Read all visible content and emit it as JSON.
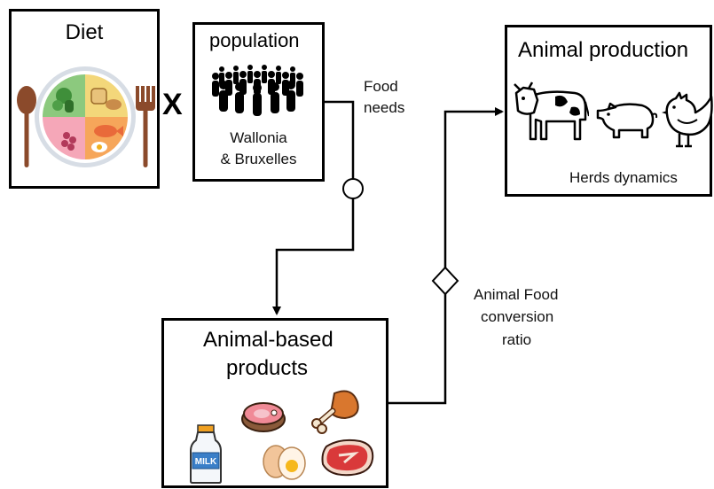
{
  "diet_box": {
    "title": "Diet"
  },
  "multiply_sign": "X",
  "population_box": {
    "title": "population",
    "region_line1": "Wallonia",
    "region_line2": "& Bruxelles"
  },
  "food_needs": {
    "line1": "Food",
    "line2": "needs"
  },
  "animal_production_box": {
    "title": "Animal production",
    "subtitle": "Herds dynamics"
  },
  "conversion_label": {
    "line1": "Animal Food",
    "line2": "conversion",
    "line3": "ratio"
  },
  "animal_products_box": {
    "title_line1": "Animal-based",
    "title_line2": "products",
    "milk_label": "MILK"
  },
  "icons": [
    "plate-icon",
    "spoon-icon",
    "fork-icon",
    "crowd-icon",
    "cow-icon",
    "pig-icon",
    "chicken-icon",
    "milk-bottle-icon",
    "ham-icon",
    "drumstick-icon",
    "egg-icon",
    "steak-icon"
  ]
}
